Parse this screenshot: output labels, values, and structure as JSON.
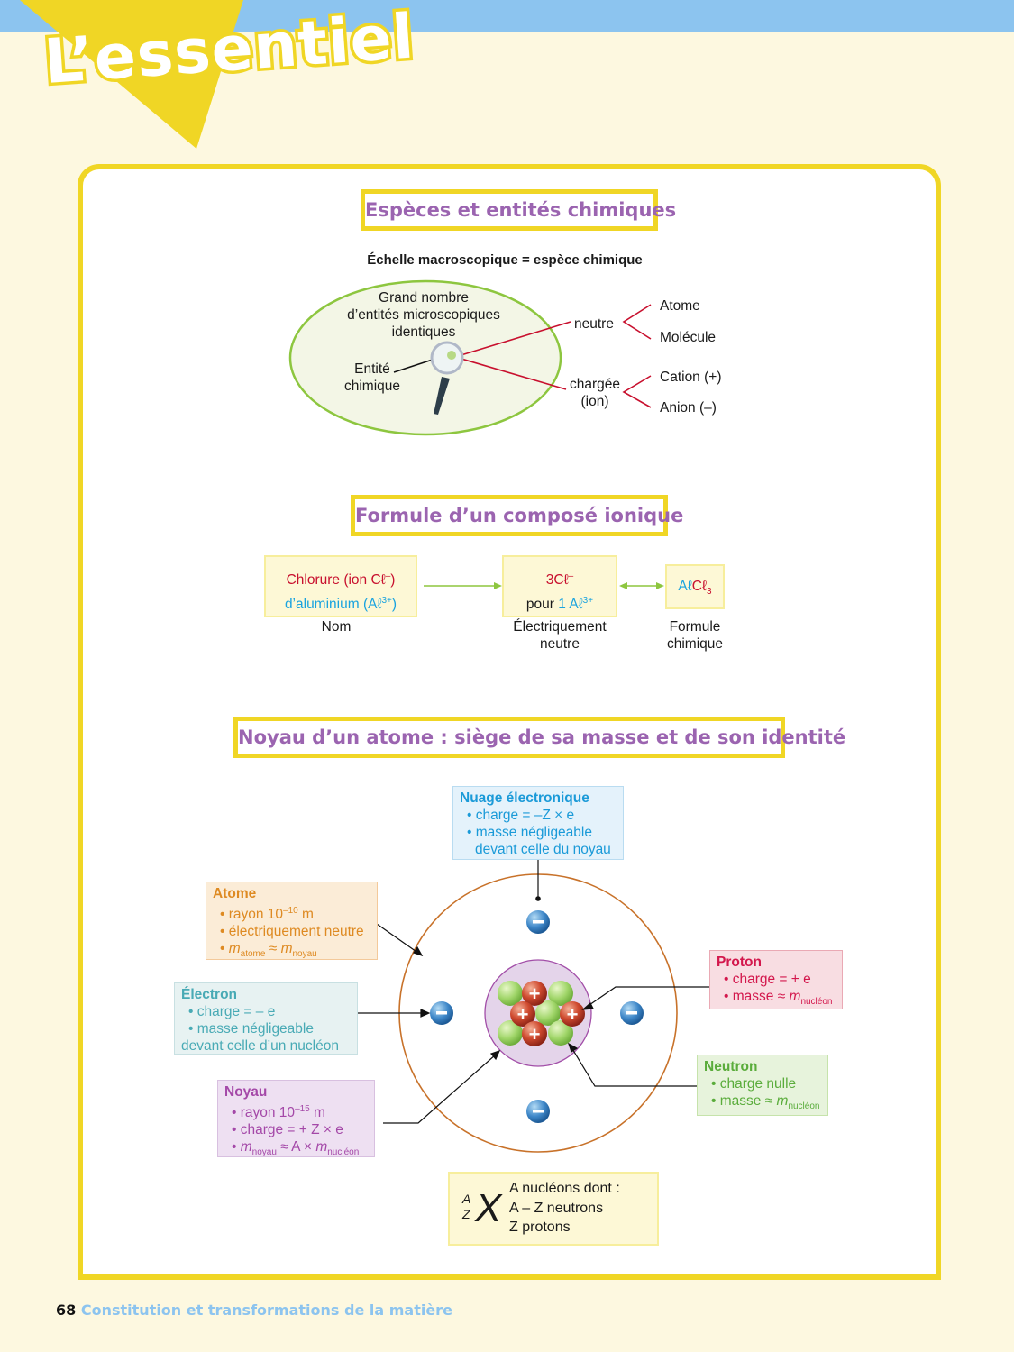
{
  "banner": {
    "title": "L’essentiel"
  },
  "colors": {
    "band_blue": "#8cc4ef",
    "accent_yellow": "#f0d625",
    "title_purple": "#9b64b0",
    "red": "#c8102e",
    "blue": "#1aa3df",
    "green_arrow": "#8dc63f"
  },
  "section1": {
    "title": "Espèces et entités chimiques",
    "subtitle": "Échelle macroscopique = espèce chimique",
    "ellipse_text": [
      "Grand nombre",
      "d’entités microscopiques",
      "identiques"
    ],
    "entity_label": [
      "Entité",
      "chimique"
    ],
    "neutral": "neutre",
    "neutral_children": [
      "Atome",
      "Molécule"
    ],
    "charged": [
      "chargée",
      "(ion)"
    ],
    "charged_children": [
      "Cation (+)",
      "Anion (–)"
    ]
  },
  "section2": {
    "title": "Formule d’un composé ionique",
    "name_box": {
      "line1": "Chlorure (ion Cℓ",
      "line1_sup": "–",
      "line1_end": ")",
      "line2": "d’aluminium (Aℓ",
      "line2_sup": "3+",
      "line2_end": ")"
    },
    "name_label": "Nom",
    "neutral_box": {
      "line1": "3Cℓ",
      "line1_sup": "–",
      "line2_pre": "pour ",
      "line2_blue": "1 Aℓ",
      "line2_sup": "3+"
    },
    "neutral_label": [
      "Électriquement",
      "neutre"
    ],
    "formula_box": {
      "blue": "Aℓ",
      "red": "Cℓ",
      "sub": "3"
    },
    "formula_label": [
      "Formule",
      "chimique"
    ]
  },
  "section3": {
    "title": "Noyau d’un atome : siège de sa masse et de son identité",
    "nuage": {
      "title": "Nuage électronique",
      "items": [
        "• charge = –Z × e",
        "• masse négligeable",
        "devant celle du noyau"
      ]
    },
    "atome": {
      "title": "Atome",
      "rayon": "• rayon 10",
      "rayon_exp": "–10",
      "rayon_unit": " m",
      "neutral": "• électriquement neutre",
      "mass_m1": "m",
      "mass_sub1": "atome",
      "mass_approx": " ≈ ",
      "mass_m2": "m",
      "mass_sub2": "noyau"
    },
    "electron": {
      "title": "Électron",
      "items": [
        "• charge = – e",
        "• masse négligeable",
        "devant celle d’un nucléon"
      ]
    },
    "noyau": {
      "title": "Noyau",
      "rayon": "• rayon 10",
      "rayon_exp": "–15",
      "rayon_unit": " m",
      "charge": "• charge = + Z × e",
      "mass_m1": "m",
      "mass_sub1": "noyau",
      "mass_mid": " ≈ A × ",
      "mass_m2": "m",
      "mass_sub2": "nucléon"
    },
    "proton": {
      "title": "Proton",
      "charge": "• charge =  + e",
      "mass": "• masse ≈ ",
      "mass_m": "m",
      "mass_sub": "nucléon"
    },
    "neutron": {
      "title": "Neutron",
      "charge": "• charge nulle",
      "mass": "• masse ≈ ",
      "mass_m": "m",
      "mass_sub": "nucléon"
    },
    "notation": {
      "A": "A",
      "Z": "Z",
      "X": "X",
      "lines": [
        "A nucléons dont :",
        "A – Z neutrons",
        "Z protons"
      ]
    },
    "electron_symbol": "–",
    "proton_symbol": "+"
  },
  "footer": {
    "page": "68",
    "chapter": "Constitution et transformations de la matière"
  }
}
